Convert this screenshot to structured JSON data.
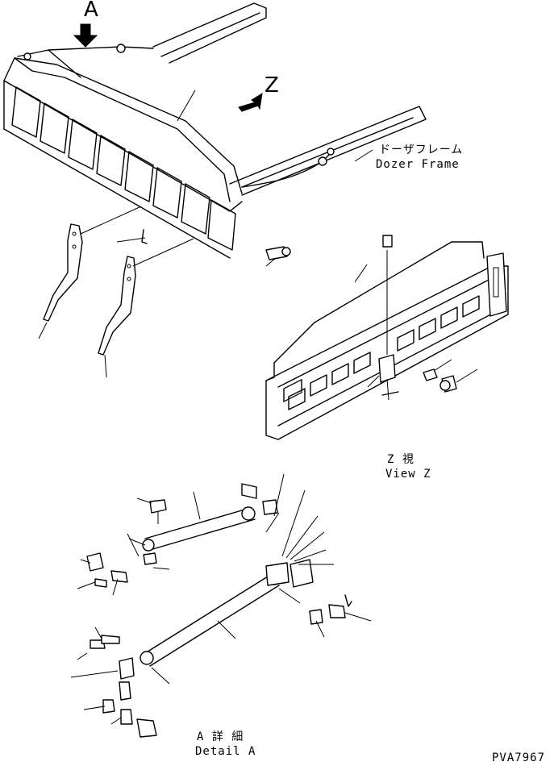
{
  "labels": {
    "arrow_a": "A",
    "arrow_z": "Z",
    "dozer_frame_jp": "ドーザフレーム",
    "dozer_frame_en": "Dozer Frame",
    "view_z_jp": "Z 視",
    "view_z_en": "View Z",
    "detail_a_jp": "A 詳 細",
    "detail_a_en": "Detail A",
    "drawing_code": "PVA7967"
  }
}
